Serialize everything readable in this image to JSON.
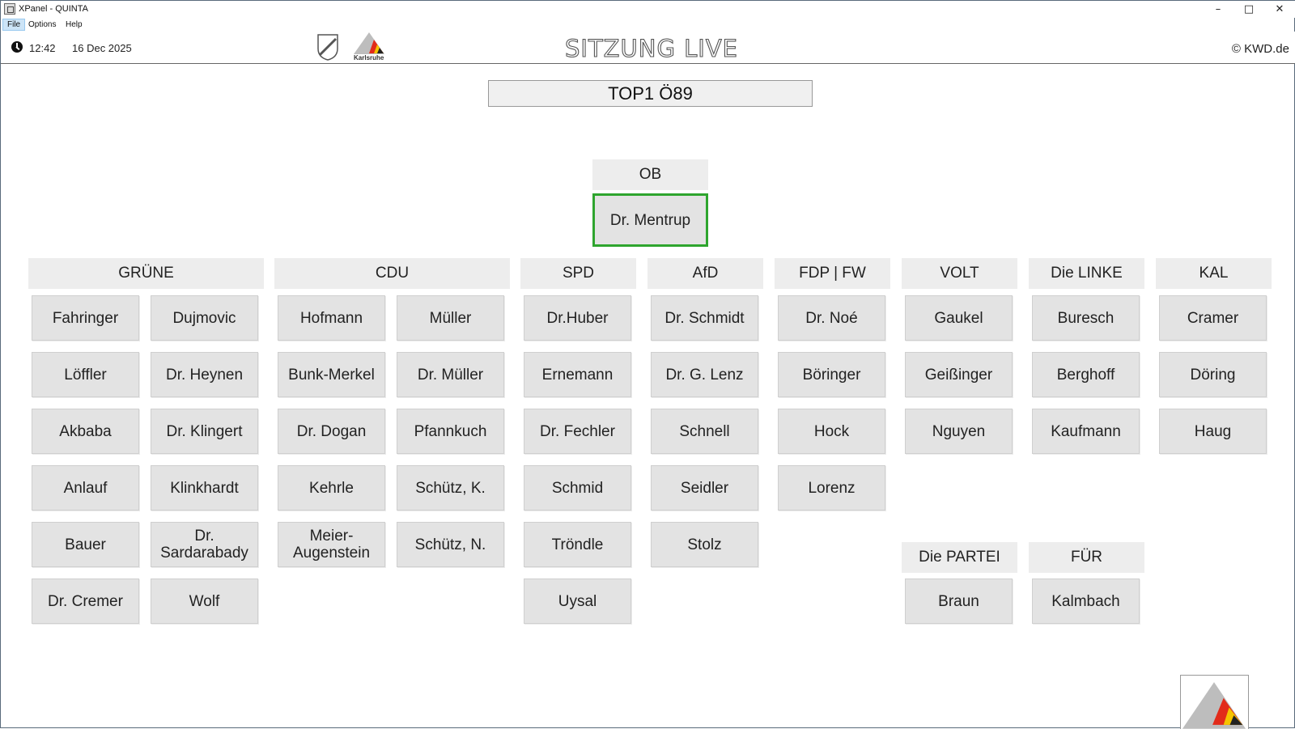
{
  "window": {
    "title": "XPanel - QUINTA",
    "menu": [
      "File",
      "Options",
      "Help"
    ]
  },
  "header": {
    "time": "12:42",
    "date": "16 Dec 2025",
    "title": "SITZUNG LIVE",
    "copyright": "© KWD.de",
    "city_logo_text": "Karlsruhe"
  },
  "agenda": {
    "item": "TOP1 Ö89"
  },
  "mayor": {
    "group": "OB",
    "name": "Dr. Mentrup",
    "status_color": "#2ea52e"
  },
  "groups": [
    {
      "name": "GRÜNE",
      "members": [
        [
          "Fahringer",
          "Dujmovic"
        ],
        [
          "Löffler",
          "Dr. Heynen"
        ],
        [
          "Akbaba",
          "Dr. Klingert"
        ],
        [
          "Anlauf",
          "Klinkhardt"
        ],
        [
          "Bauer",
          "Dr. Sardarabady"
        ],
        [
          "Dr. Cremer",
          "Wolf"
        ]
      ]
    },
    {
      "name": "CDU",
      "members": [
        [
          "Hofmann",
          "Müller"
        ],
        [
          "Bunk-Merkel",
          "Dr. Müller"
        ],
        [
          "Dr. Dogan",
          "Pfannkuch"
        ],
        [
          "Kehrle",
          "Schütz, K."
        ],
        [
          "Meier-Augenstein",
          "Schütz, N."
        ]
      ]
    },
    {
      "name": "SPD",
      "members": [
        "Dr.Huber",
        "Ernemann",
        "Dr. Fechler",
        "Schmid",
        "Tröndle",
        "Uysal"
      ]
    },
    {
      "name": "AfD",
      "members": [
        "Dr. Schmidt",
        "Dr. G. Lenz",
        "Schnell",
        "Seidler",
        "Stolz"
      ]
    },
    {
      "name": "FDP | FW",
      "members": [
        "Dr. Noé",
        "Böringer",
        "Hock",
        "Lorenz"
      ]
    },
    {
      "name": "VOLT",
      "members": [
        "Gaukel",
        "Geißinger",
        "Nguyen"
      ]
    },
    {
      "name": "Die LINKE",
      "members": [
        "Buresch",
        "Berghoff",
        "Kaufmann"
      ]
    },
    {
      "name": "KAL",
      "members": [
        "Cramer",
        "Döring",
        "Haug"
      ]
    },
    {
      "name": "Die PARTEI",
      "members": [
        "Braun"
      ]
    },
    {
      "name": "FÜR",
      "members": [
        "Kalmbach"
      ]
    }
  ]
}
